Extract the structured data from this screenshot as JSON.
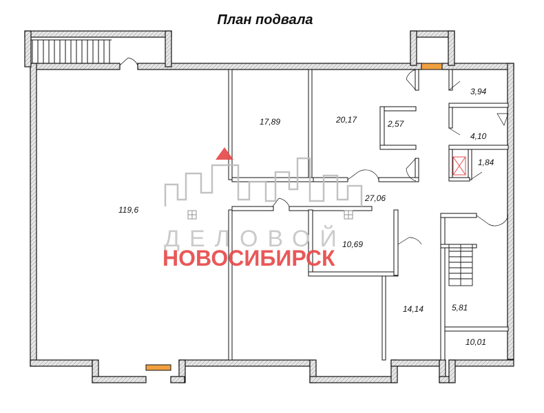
{
  "title": "План подвала",
  "rooms": [
    {
      "id": "room-main-hall",
      "area": "119,6"
    },
    {
      "id": "room-office-a",
      "area": "17,89"
    },
    {
      "id": "room-office-b",
      "area": "20,17"
    },
    {
      "id": "room-closet",
      "area": "2,57"
    },
    {
      "id": "room-top-right",
      "area": "3,94"
    },
    {
      "id": "room-wc",
      "area": "4,10"
    },
    {
      "id": "room-shaft",
      "area": "1,84"
    },
    {
      "id": "room-corridor",
      "area": "27,06"
    },
    {
      "id": "room-middle",
      "area": "10,69"
    },
    {
      "id": "room-lower-mid",
      "area": "14,14"
    },
    {
      "id": "room-stairs",
      "area": "5,81"
    },
    {
      "id": "room-lower-right",
      "area": "10,01"
    }
  ],
  "watermark": {
    "line1": "ДЕЛОВОЙ",
    "line2": "НОВОСИБИРСК",
    "colors": {
      "line1": "#c7c7c7",
      "line2": "#e84a4a",
      "logo_accent": "#e84a4a",
      "logo_outline": "#bdbdbd"
    }
  },
  "colors": {
    "wall_fill": "#e4e4e4",
    "wall_stroke": "#111111",
    "window_accent": "#f0a040"
  }
}
